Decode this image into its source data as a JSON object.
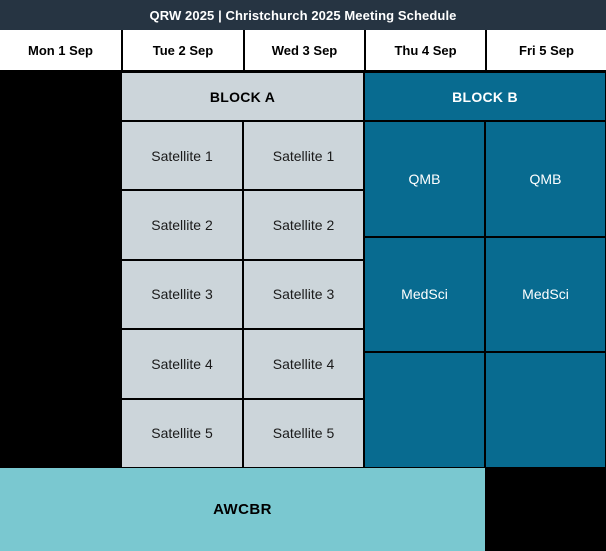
{
  "title_bar": {
    "title": "QRW 2025 | Christchurch 2025 Meeting Schedule"
  },
  "day_headers": [
    "Mon 1 Sep",
    "Tue 2 Sep",
    "Wed 3 Sep",
    "Thu 4 Sep",
    "Fri 5 Sep"
  ],
  "block_a": {
    "label": "BLOCK A",
    "tue": [
      "Satellite 1",
      "Satellite 2",
      "Satellite 3",
      "Satellite 4",
      "Satellite 5"
    ],
    "wed": [
      "Satellite 1",
      "Satellite 2",
      "Satellite 3",
      "Satellite 4",
      "Satellite 5"
    ]
  },
  "block_b": {
    "label": "BLOCK B",
    "thu": [
      "QMB",
      "MedSci",
      ""
    ],
    "fri": [
      "QMB",
      "MedSci",
      ""
    ]
  },
  "footer": {
    "awcbr_label": "AWCBR"
  },
  "colors": {
    "title_bar_bg": "#263442",
    "block_a_bg": "#ccd5da",
    "block_b_bg": "#086b90",
    "awcbr_bg": "#7ac8d0",
    "mon_column_bg": "#000000",
    "fri_footer_bg": "#000000",
    "header_row_bg": "#ffffff"
  }
}
